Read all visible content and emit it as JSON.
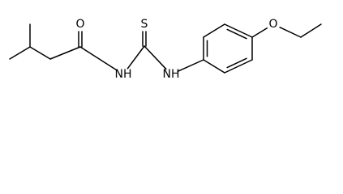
{
  "molecule": {
    "atoms": [
      {
        "id": "methyl_a",
        "element": "C",
        "label": ""
      },
      {
        "id": "ch",
        "element": "C",
        "label": ""
      },
      {
        "id": "methyl_b",
        "element": "C",
        "label": ""
      },
      {
        "id": "ch2",
        "element": "C",
        "label": ""
      },
      {
        "id": "c_carbonyl",
        "element": "C",
        "label": ""
      },
      {
        "id": "o_carbonyl",
        "element": "O",
        "label": "O"
      },
      {
        "id": "n1",
        "element": "N",
        "label": "NH"
      },
      {
        "id": "c_thio",
        "element": "C",
        "label": ""
      },
      {
        "id": "s",
        "element": "S",
        "label": "S"
      },
      {
        "id": "n2",
        "element": "N",
        "label": "NH"
      },
      {
        "id": "ar1",
        "element": "C",
        "label": ""
      },
      {
        "id": "ar2",
        "element": "C",
        "label": ""
      },
      {
        "id": "ar3",
        "element": "C",
        "label": ""
      },
      {
        "id": "ar4",
        "element": "C",
        "label": ""
      },
      {
        "id": "ar5",
        "element": "C",
        "label": ""
      },
      {
        "id": "ar6",
        "element": "C",
        "label": ""
      },
      {
        "id": "o_ether",
        "element": "O",
        "label": "O"
      },
      {
        "id": "ch2_ethyl",
        "element": "C",
        "label": ""
      },
      {
        "id": "ch3_ethyl",
        "element": "C",
        "label": ""
      }
    ],
    "bonds": [
      {
        "from": "methyl_a",
        "to": "ch",
        "order": 1
      },
      {
        "from": "ch",
        "to": "methyl_b",
        "order": 1
      },
      {
        "from": "ch",
        "to": "ch2",
        "order": 1
      },
      {
        "from": "ch2",
        "to": "c_carbonyl",
        "order": 1
      },
      {
        "from": "c_carbonyl",
        "to": "o_carbonyl",
        "order": 2
      },
      {
        "from": "c_carbonyl",
        "to": "n1",
        "order": 1
      },
      {
        "from": "n1",
        "to": "c_thio",
        "order": 1
      },
      {
        "from": "c_thio",
        "to": "s",
        "order": 2
      },
      {
        "from": "c_thio",
        "to": "n2",
        "order": 1
      },
      {
        "from": "n2",
        "to": "ar1",
        "order": 1
      },
      {
        "from": "ar1",
        "to": "ar2",
        "order": 2
      },
      {
        "from": "ar2",
        "to": "ar3",
        "order": 1
      },
      {
        "from": "ar3",
        "to": "ar4",
        "order": 2
      },
      {
        "from": "ar4",
        "to": "ar5",
        "order": 1
      },
      {
        "from": "ar5",
        "to": "ar6",
        "order": 2
      },
      {
        "from": "ar6",
        "to": "ar1",
        "order": 1
      },
      {
        "from": "ar4",
        "to": "o_ether",
        "order": 1
      },
      {
        "from": "o_ether",
        "to": "ch2_ethyl",
        "order": 1
      },
      {
        "from": "ch2_ethyl",
        "to": "ch3_ethyl",
        "order": 1
      }
    ]
  }
}
